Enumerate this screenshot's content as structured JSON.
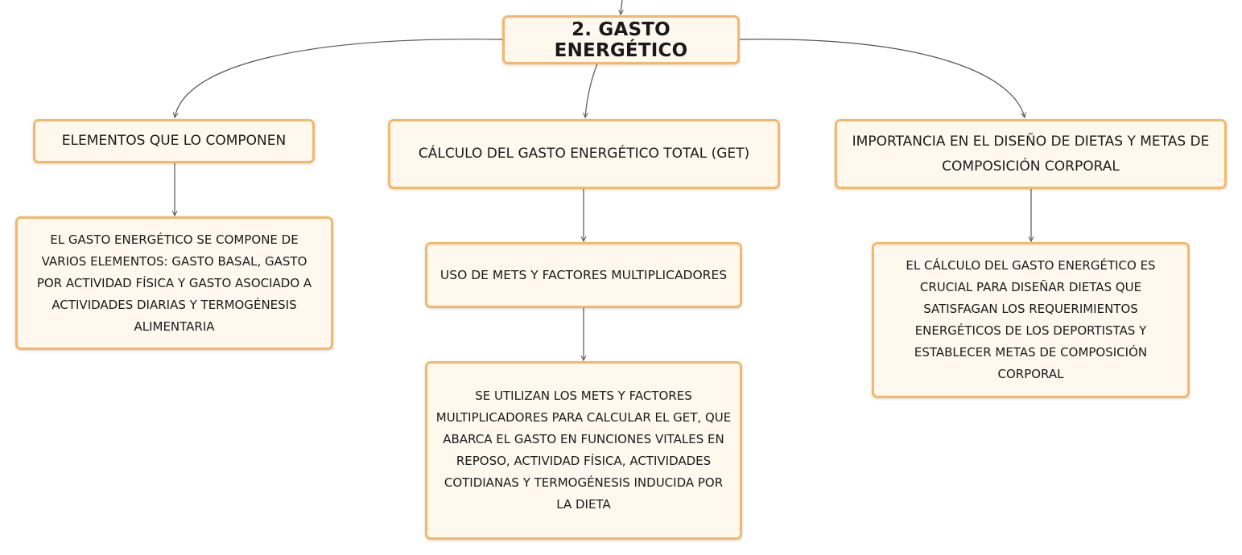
{
  "colors": {
    "node_fill": "#fef8ef",
    "node_border": "#f5b868",
    "connector": "#555555"
  },
  "root": {
    "label": "2. GASTO ENERGÉTICO"
  },
  "branches": [
    {
      "label": "ELEMENTOS QUE LO COMPONEN",
      "children": [
        {
          "label": "EL GASTO ENERGÉTICO SE COMPONE DE VARIOS ELEMENTOS: GASTO BASAL, GASTO POR ACTIVIDAD FÍSICA Y GASTO ASOCIADO A ACTIVIDADES DIARIAS Y TERMOGÉNESIS ALIMENTARIA"
        }
      ]
    },
    {
      "label": "CÁLCULO DEL GASTO ENERGÉTICO TOTAL (GET)",
      "children": [
        {
          "label": "USO DE METS Y FACTORES MULTIPLICADORES",
          "children": [
            {
              "label": "SE UTILIZAN LOS METS Y FACTORES MULTIPLICADORES PARA CALCULAR EL GET, QUE ABARCA EL GASTO EN FUNCIONES VITALES EN REPOSO, ACTIVIDAD FÍSICA, ACTIVIDADES COTIDIANAS Y TERMOGÉNESIS INDUCIDA POR LA DIETA"
            }
          ]
        }
      ]
    },
    {
      "label": "IMPORTANCIA EN EL DISEÑO DE DIETAS Y METAS DE COMPOSICIÓN CORPORAL",
      "children": [
        {
          "label": "EL CÁLCULO DEL GASTO ENERGÉTICO ES CRUCIAL PARA DISEÑAR DIETAS QUE SATISFAGAN LOS REQUERIMIENTOS ENERGÉTICOS DE LOS DEPORTISTAS Y ESTABLECER METAS DE COMPOSICIÓN CORPORAL"
        }
      ]
    }
  ]
}
